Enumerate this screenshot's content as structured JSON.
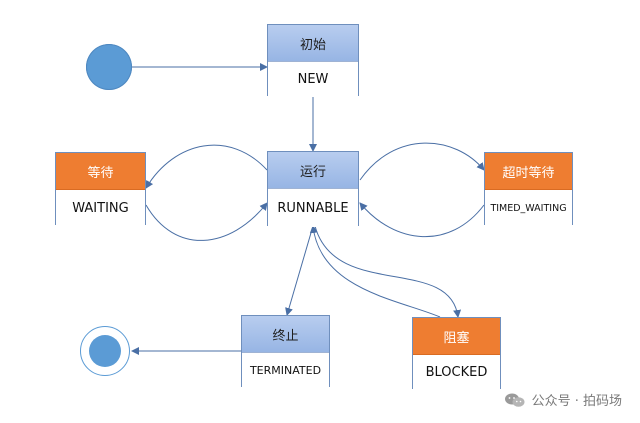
{
  "nodes": {
    "new": {
      "title": "初始",
      "label": "NEW"
    },
    "runnable": {
      "title": "运行",
      "label": "RUNNABLE"
    },
    "waiting": {
      "title": "等待",
      "label": "WAITING"
    },
    "timed_waiting": {
      "title": "超时等待",
      "label": "TIMED_WAITING"
    },
    "terminated": {
      "title": "终止",
      "label": "TERMINATED"
    },
    "blocked": {
      "title": "阻塞",
      "label": "BLOCKED"
    }
  },
  "watermark": {
    "text": "公众号 · 拍码场"
  },
  "colors": {
    "blue_header": "#97b5e4",
    "orange_header": "#ee7d31",
    "circle": "#5b9bd5",
    "arrow": "#4a6fa5"
  }
}
